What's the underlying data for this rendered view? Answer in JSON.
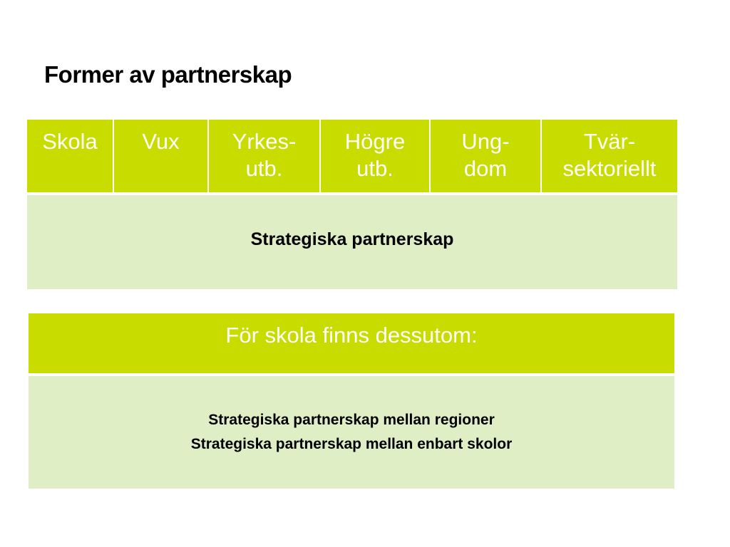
{
  "slide": {
    "title": "Former av partnerskap",
    "table1": {
      "headers": [
        {
          "line1": "Skola",
          "line2": ""
        },
        {
          "line1": "Vux",
          "line2": ""
        },
        {
          "line1": "Yrkes-",
          "line2": "utb."
        },
        {
          "line1": "Högre",
          "line2": "utb."
        },
        {
          "line1": "Ung-",
          "line2": "dom"
        },
        {
          "line1": "Tvär-",
          "line2": "sektoriellt"
        }
      ],
      "body": "Strategiska partnerskap"
    },
    "table2": {
      "header": "För skola finns dessutom:",
      "lines": [
        "Strategiska partnerskap mellan regioner",
        "Strategiska partnerskap mellan enbart skolor"
      ]
    }
  },
  "colors": {
    "header_green": "#c8dc00",
    "body_green": "#e0eec5"
  }
}
